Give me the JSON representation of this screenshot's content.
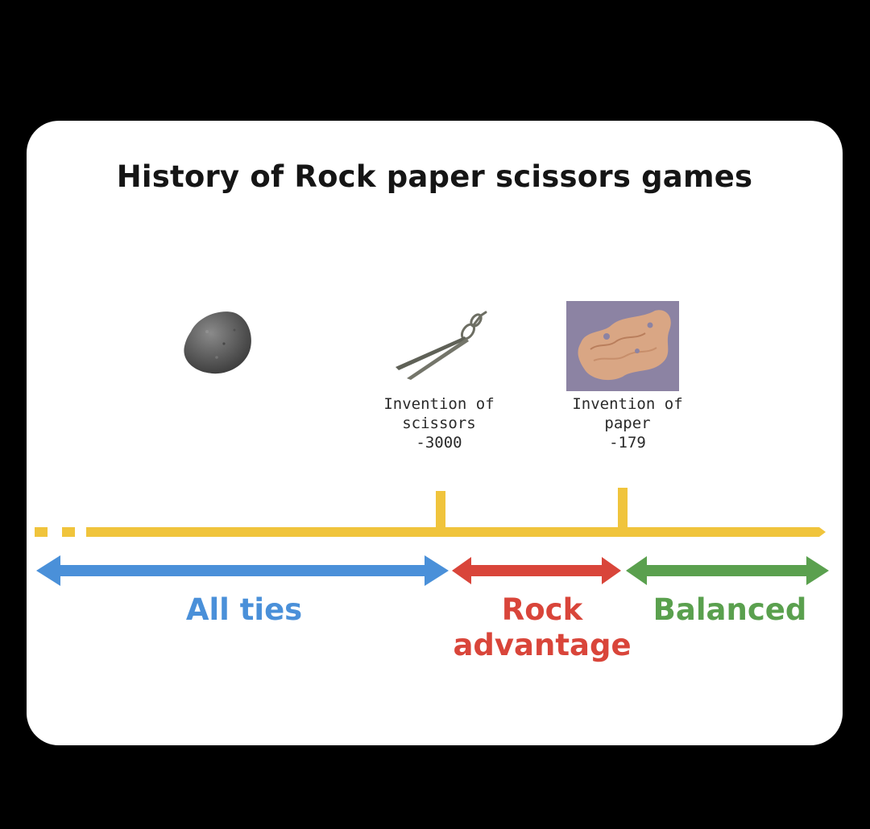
{
  "title": "History of Rock paper scissors games",
  "events": [
    {
      "icon": "scissors-icon",
      "lines": [
        "Invention of",
        "scissors",
        "-3000"
      ]
    },
    {
      "icon": "paper-icon",
      "lines": [
        "Invention of",
        "paper",
        "-179"
      ]
    }
  ],
  "eras": [
    {
      "lines": [
        "All ties"
      ],
      "color": "#4a90d9"
    },
    {
      "lines": [
        "Rock",
        "advantage"
      ],
      "color": "#d9453a"
    },
    {
      "lines": [
        "Balanced"
      ],
      "color": "#5aa04e"
    }
  ],
  "rock_icon": "rock-icon",
  "colors": {
    "timeline": "#f0c43c",
    "background": "#000000",
    "card": "#ffffff"
  }
}
